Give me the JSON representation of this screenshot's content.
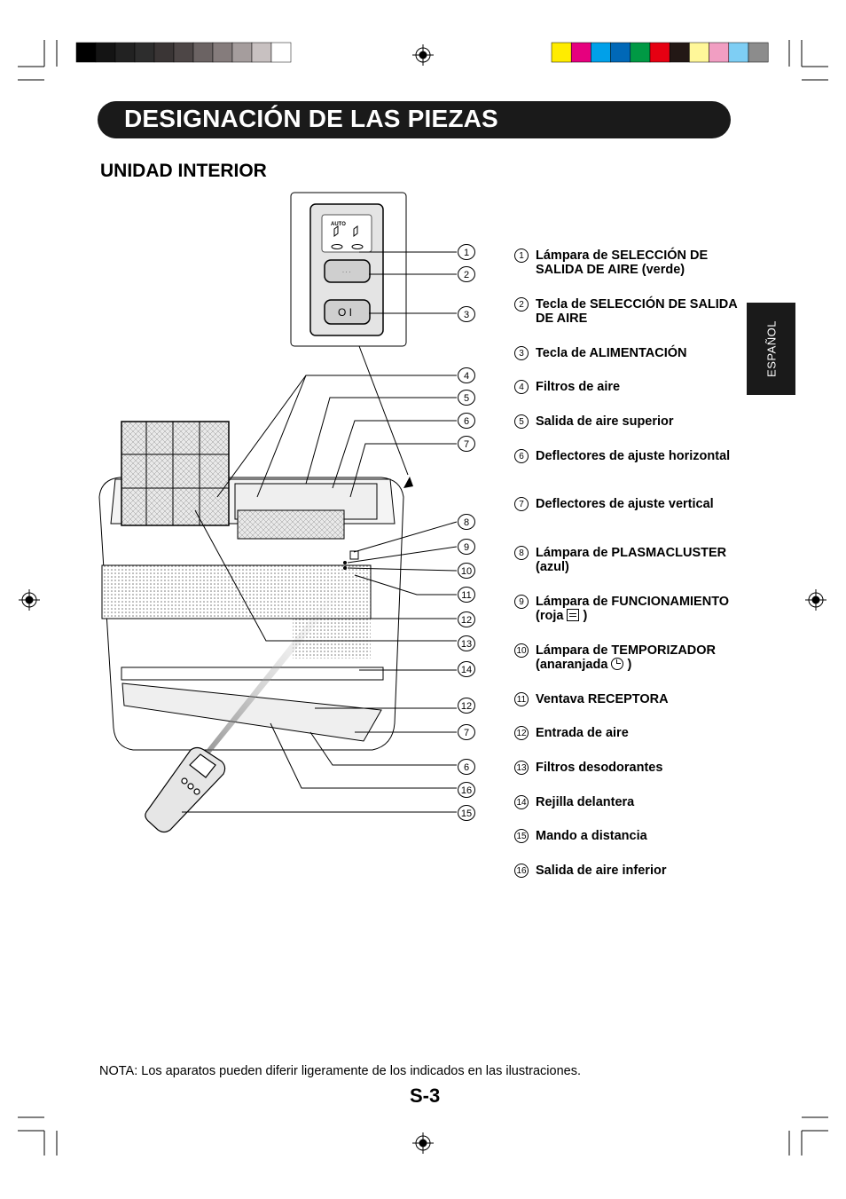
{
  "title": "DESIGNACIÓN DE LAS PIEZAS",
  "subtitle": "UNIDAD INTERIOR",
  "side_tab": "ESPAÑOL",
  "panel": {
    "auto_label": "AUTO",
    "power_button_label": "O I"
  },
  "callouts": [
    "1",
    "2",
    "3",
    "4",
    "5",
    "6",
    "7",
    "8",
    "9",
    "10",
    "11",
    "12",
    "13",
    "14",
    "12",
    "7",
    "6",
    "16",
    "15"
  ],
  "parts": [
    {
      "num": "1",
      "text": "Lámpara de SELECCIÓN DE SALIDA DE AIRE (verde)"
    },
    {
      "num": "2",
      "text": "Tecla de SELECCIÓN DE SALIDA DE AIRE"
    },
    {
      "num": "3",
      "text": "Tecla de ALIMENTACIÓN"
    },
    {
      "num": "4",
      "text": "Filtros de aire"
    },
    {
      "num": "5",
      "text": "Salida de aire superior"
    },
    {
      "num": "6",
      "text": "Deflectores de ajuste horizontal"
    },
    {
      "num": "7",
      "text": "Deflectores de ajuste vertical"
    },
    {
      "num": "8",
      "text": "Lámpara de PLASMACLUSTER (azul)"
    },
    {
      "num": "9",
      "text": "Lámpara de FUNCIONAMIENTO (roja",
      "suffix": ")"
    },
    {
      "num": "10",
      "text": "Lámpara de TEMPORIZADOR (anaranjada",
      "suffix": ")"
    },
    {
      "num": "11",
      "text": "Ventava RECEPTORA"
    },
    {
      "num": "12",
      "text": "Entrada de aire"
    },
    {
      "num": "13",
      "text": "Filtros desodorantes"
    },
    {
      "num": "14",
      "text": "Rejilla delantera"
    },
    {
      "num": "15",
      "text": "Mando a distancia"
    },
    {
      "num": "16",
      "text": "Salida de aire inferior"
    }
  ],
  "note": "NOTA: Los aparatos pueden diferir ligeramente de los indicados en las ilustraciones.",
  "page_number": "S-3",
  "colors": {
    "title_bar": "#1a1a1a",
    "gray_swatches": [
      "#000000",
      "#141414",
      "#222222",
      "#2d2d2d",
      "#3a3535",
      "#4d4646",
      "#6b6363",
      "#857c7c",
      "#a59d9d",
      "#c8c1c1",
      "#ffffff"
    ],
    "color_swatches": [
      "#ffec00",
      "#e6007e",
      "#00a0e9",
      "#0068b7",
      "#009944",
      "#e60012",
      "#231815",
      "#fff799",
      "#f19ec2",
      "#7ecef4",
      "#8c8c8c"
    ]
  }
}
